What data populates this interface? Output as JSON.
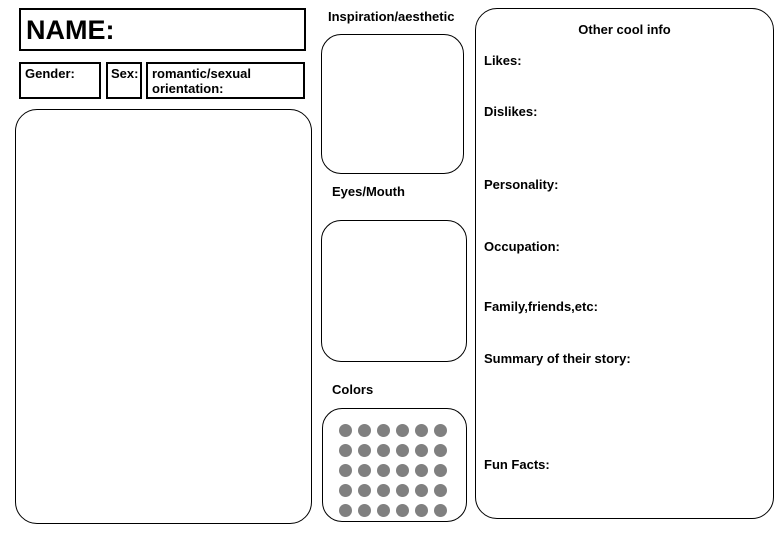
{
  "sheet": {
    "name_label": "NAME:",
    "gender_label": "Gender:",
    "sex_label": "Sex:",
    "orientation_label": "romantic/sexual orientation:",
    "inspiration_label": "Inspiration/aesthetic",
    "eyes_mouth_label": "Eyes/Mouth",
    "colors_label": "Colors",
    "other_info": {
      "title": "Other cool info",
      "fields": [
        "Likes:",
        "Dislikes:",
        "Personality:",
        "Occupation:",
        "Family,friends,etc:",
        "Summary of their story:",
        "Fun Facts:"
      ]
    },
    "palette": {
      "circle_color": "#808080",
      "circle_rows": 5,
      "circle_cols": 6
    }
  }
}
